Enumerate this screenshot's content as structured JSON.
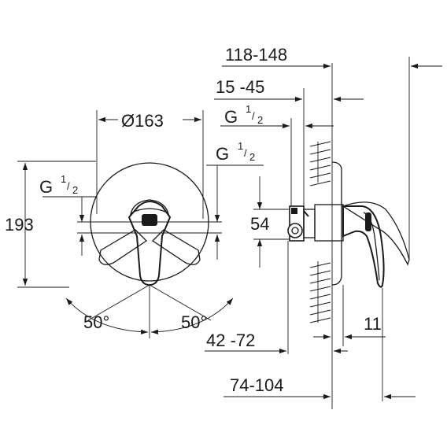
{
  "dimensions": {
    "width_face": "118-148",
    "depth_body": "15 -45",
    "thread_right": "G",
    "thread_front_right": "G",
    "thread_front_left": "G",
    "fraction_numerator": "1",
    "fraction_denominator": "2",
    "diameter": "Ø163",
    "height": "193",
    "inlet_spacing": "54",
    "angle_left": "50°",
    "angle_right": "50°",
    "depth_range": "42 -72",
    "cover_offset": "11",
    "total_depth": "74-104"
  }
}
